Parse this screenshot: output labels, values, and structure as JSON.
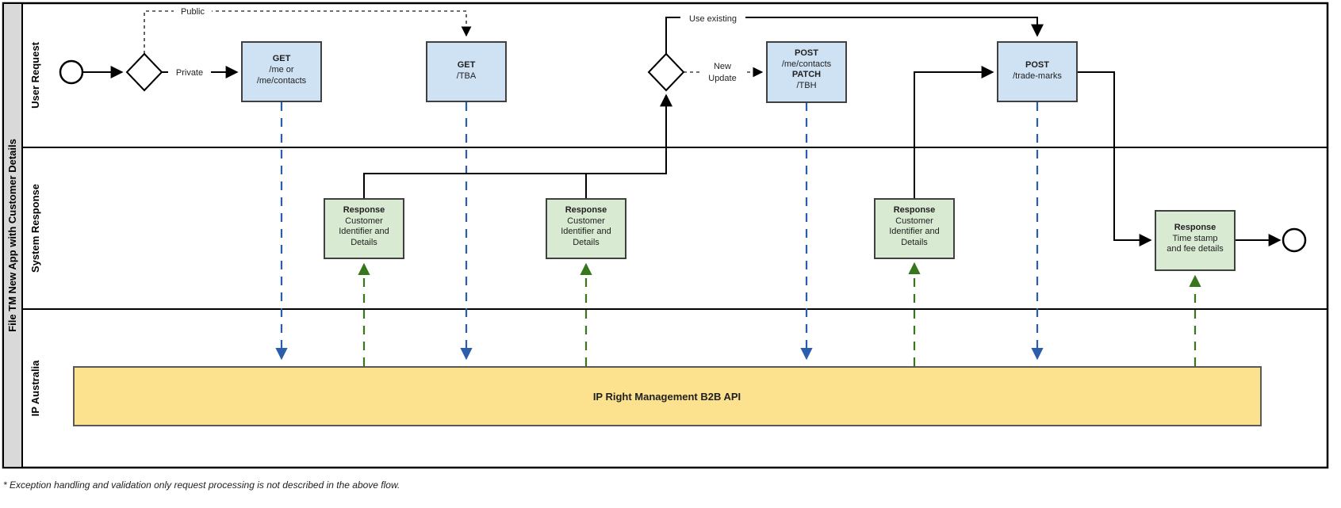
{
  "diagram": {
    "pool_title": "File TM New App with Customer Details",
    "lanes": {
      "lane1": "User Request",
      "lane2": "System Response",
      "lane3": "IP Australia"
    },
    "footnote": "* Exception handling and validation only request processing is not described in the above flow."
  },
  "tasks": {
    "get_me": {
      "l1": "GET",
      "l2": "/me or",
      "l3": "/me/contacts"
    },
    "get_tba": {
      "l1": "GET",
      "l2": "/TBA"
    },
    "post_me_contacts": {
      "l1": "POST",
      "l2": "/me/contacts",
      "l3": "PATCH",
      "l4": "/TBH"
    },
    "post_trade_marks": {
      "l1": "POST",
      "l2": "/trade-marks"
    },
    "response_customer": {
      "l1": "Response",
      "l2": "Customer",
      "l3": "Identifier and",
      "l4": "Details"
    },
    "response_time": {
      "l1": "Response",
      "l2": "Time stamp",
      "l3": "and fee details"
    },
    "api_bar": "IP Right Management B2B API"
  },
  "edge_labels": {
    "private": "Private",
    "public": "Public",
    "new": "New",
    "update": "Update",
    "use_existing": "Use existing"
  },
  "colors": {
    "task_fill": "#cfe2f3",
    "response_fill": "#d9ead3",
    "api_fill": "#fce28f",
    "request_dash_blue": "#2b5dad",
    "response_dash_green": "#38761d",
    "pool_title_bg": "#d9d9d9",
    "border_dark": "#404040"
  }
}
